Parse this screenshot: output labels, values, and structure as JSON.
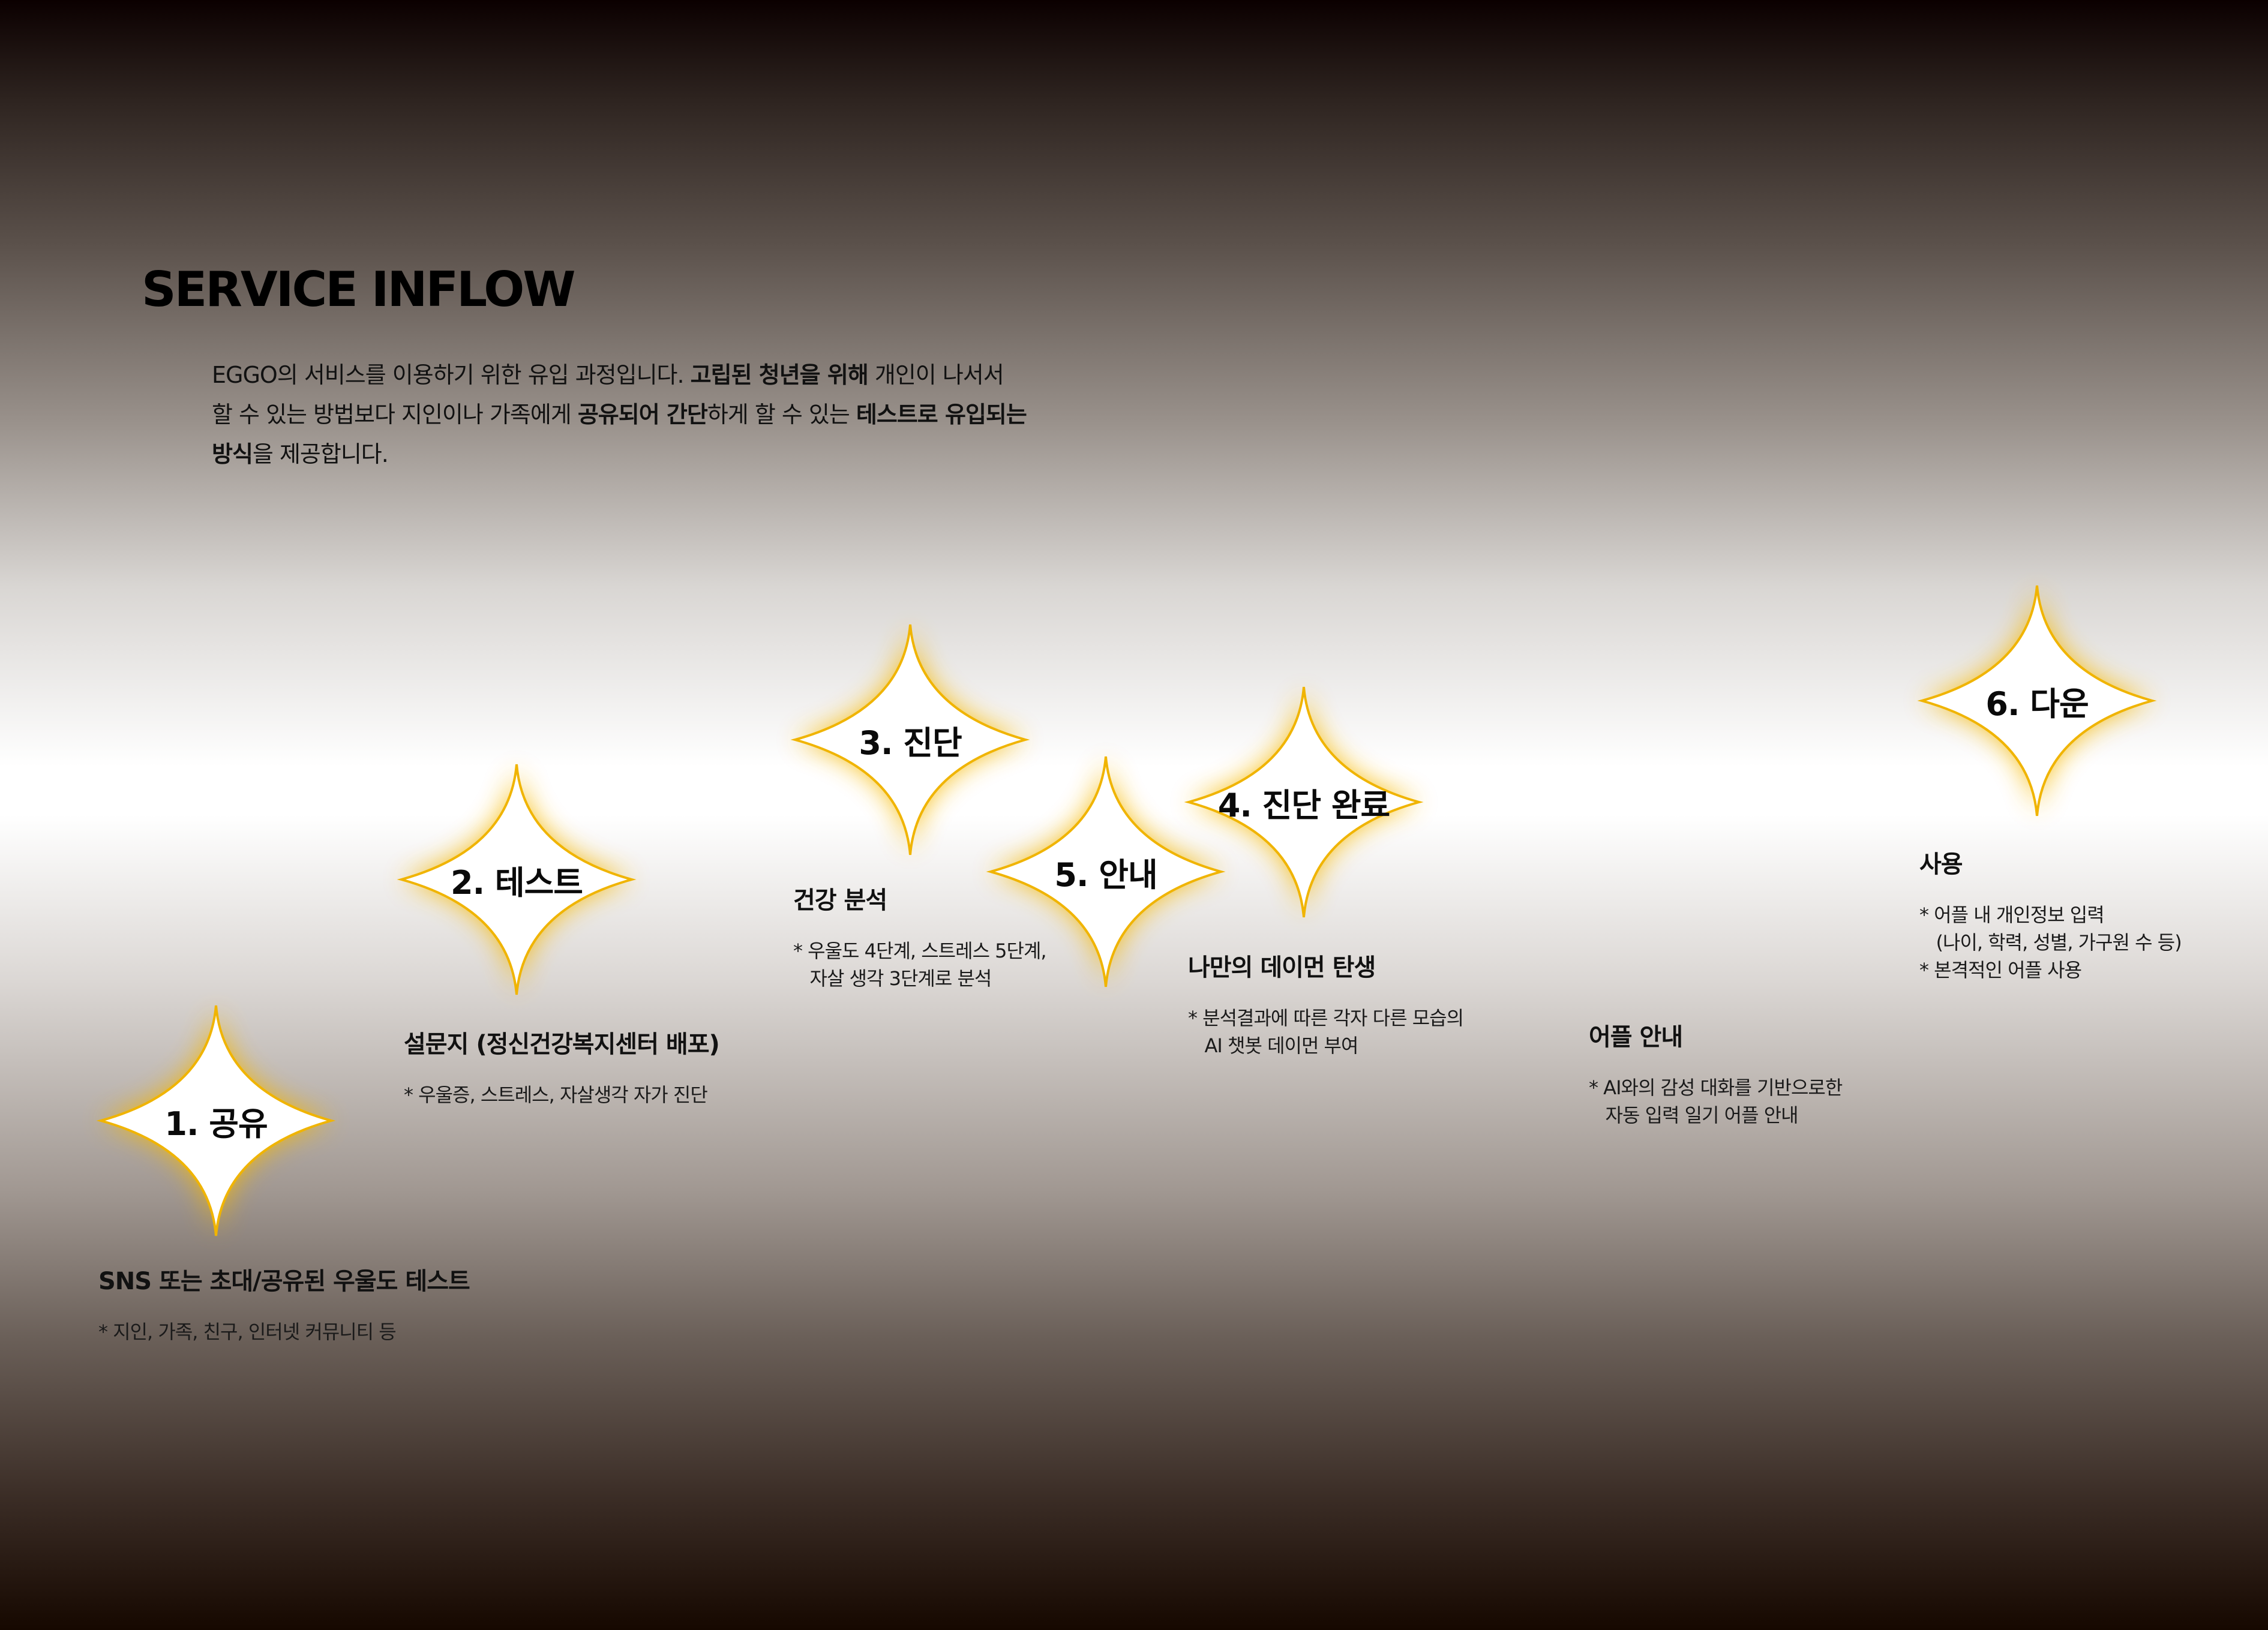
{
  "title": "SERVICE INFLOW",
  "intro": {
    "line1": [
      {
        "text": "EGGO의 서비스를 이용하기 위한 유입 과정입니다. ",
        "bold": false
      },
      {
        "text": "고립된 청년을 위해",
        "bold": true
      },
      {
        "text": " 개인이 나서서",
        "bold": false
      }
    ],
    "line2": [
      {
        "text": "할 수 있는 방법보다 지인이나 가족에게 ",
        "bold": false
      },
      {
        "text": "공유되어 간단",
        "bold": true
      },
      {
        "text": "하게 할 수 있는 ",
        "bold": false
      },
      {
        "text": "테스트로 유입되는",
        "bold": true
      }
    ],
    "line3": [
      {
        "text": "방식",
        "bold": true
      },
      {
        "text": "을 제공합니다.",
        "bold": false
      }
    ]
  },
  "colors": {
    "glow": "#f6b800",
    "diamond_stroke": "#f0b400",
    "diamond_fill": "#ffffff"
  },
  "steps": [
    {
      "label": "1. 공유",
      "heading": "SNS 또는 초대/공유된 우울도 테스트",
      "notes": [
        "* 지인, 가족, 친구, 인터넷 커뮤니티 등"
      ]
    },
    {
      "label": "2. 테스트",
      "heading": "설문지 (정신건강복지센터 배포)",
      "notes": [
        "* 우울증, 스트레스, 자살생각 자가 진단"
      ]
    },
    {
      "label": "3. 진단",
      "heading": "건강 분석",
      "notes": [
        "* 우울도 4단계, 스트레스 5단계,",
        "   자살 생각 3단계로 분석"
      ]
    },
    {
      "label": "4. 진단 완료",
      "heading": "나만의 데이먼 탄생",
      "notes": [
        "* 분석결과에 따른 각자 다른 모습의",
        "   AI 챗봇 데이먼 부여"
      ]
    },
    {
      "label": "5. 안내",
      "heading": "어플 안내",
      "notes": [
        "* AI와의 감성 대화를 기반으로한",
        "   자동 입력 일기 어플 안내"
      ]
    },
    {
      "label": "6. 다운",
      "heading": "사용",
      "notes": [
        "* 어플 내 개인정보 입력",
        "   (나이, 학력, 성별, 가구원 수 등)",
        "* 본격적인 어플 사용"
      ]
    }
  ]
}
